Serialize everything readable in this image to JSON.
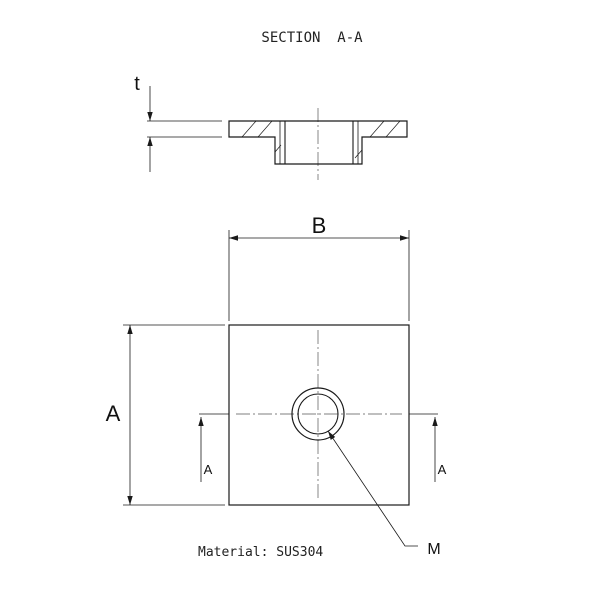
{
  "drawing": {
    "section_title": "SECTION  A-A",
    "dim_t": "t",
    "dim_B": "B",
    "dim_A": "A",
    "cut_left": "A",
    "cut_right": "A",
    "callout_M": "M",
    "material": "Material: SUS304"
  }
}
